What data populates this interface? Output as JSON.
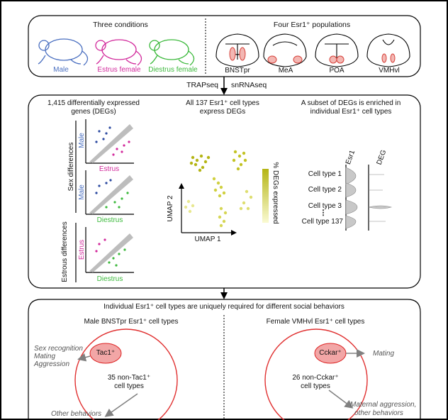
{
  "panel1": {
    "left_title": "Three conditions",
    "right_title": "Four Esr1⁺ populations",
    "conditions": [
      {
        "label": "Male",
        "color": "#4a6fc0"
      },
      {
        "label": "Estrus female",
        "color": "#d22a9c"
      },
      {
        "label": "Diestrus female",
        "color": "#3cb93c"
      }
    ],
    "regions": [
      "BNSTpr",
      "MeA",
      "POA",
      "VMHvl"
    ],
    "region_color": "#d6413a"
  },
  "methods": {
    "left": "TRAPseq",
    "right": "snRNAseq"
  },
  "panel2": {
    "col1_title_l1": "1,415 differentially expressed",
    "col1_title_l2": "genes (DEGs)",
    "col2_title_l1": "All 137 Esr1⁺ cell types",
    "col2_title_l2": "express DEGs",
    "col3_title_l1": "A subset of DEGs is enriched in",
    "col3_title_l2": "individual Esr1⁺ cell types",
    "sex_diff_label": "Sex differences",
    "estrous_diff_label": "Estrous differences",
    "scatters": [
      {
        "y": "Male",
        "x": "Estrus",
        "ycolor": "#4a6fc0",
        "xcolor": "#d22a9c"
      },
      {
        "y": "Male",
        "x": "Diestrus",
        "ycolor": "#4a6fc0",
        "xcolor": "#3cb93c"
      },
      {
        "y": "Estrus",
        "x": "Diestrus",
        "ycolor": "#d22a9c",
        "xcolor": "#3cb93c"
      }
    ],
    "umap_x": "UMAP 1",
    "umap_y": "UMAP 2",
    "colorbar_label": "% DEGs expressed",
    "violin_cols": [
      "Esr1",
      "DEG"
    ],
    "cell_types": [
      "Cell type 1",
      "Cell type 2",
      "Cell type 3",
      "Cell type 137"
    ],
    "ellipsis": "⋮"
  },
  "panel3": {
    "title": "Individual Esr1⁺ cell types are uniquely required for different social behaviors",
    "left": {
      "title": "Male BNSTpr Esr1⁺ cell types",
      "marker": "Tac1⁺",
      "behaviors": [
        "Sex recognition",
        "Mating",
        "Aggression"
      ],
      "rest_l1": "35 non-Tac1⁺",
      "rest_l2": "cell types",
      "other": "Other behaviors"
    },
    "right": {
      "title": "Female VMHvl Esr1⁺ cell types",
      "marker": "Cckar⁺",
      "behavior": "Mating",
      "rest_l1": "26 non-Cckar⁺",
      "rest_l2": "cell types",
      "other_l1": "Maternal aggression,",
      "other_l2": "other behaviors"
    }
  }
}
